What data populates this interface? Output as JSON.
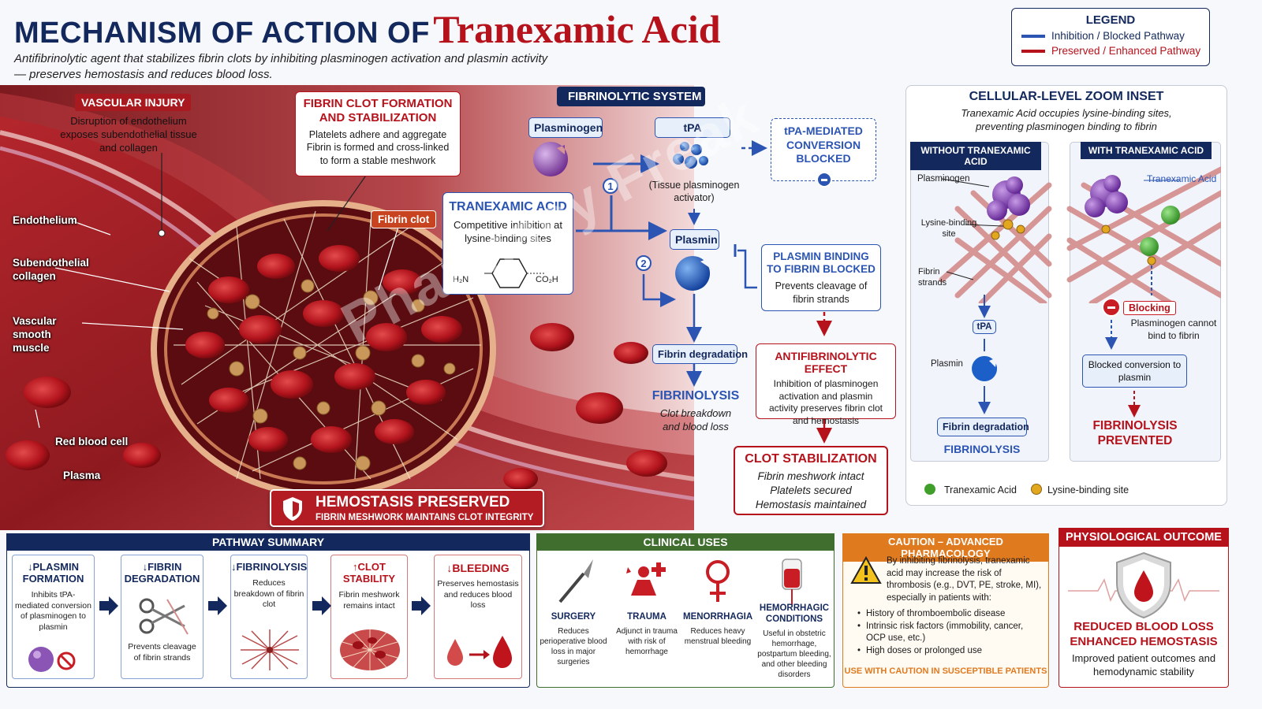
{
  "header": {
    "title_part1": "MECHANISM OF ACTION OF",
    "title_part2": "Tranexamic Acid",
    "subtitle_line1": "Antifibrinolytic agent that stabilizes fibrin clots by inhibiting plasminogen activation and plasmin activity",
    "subtitle_line2": "— preserves hemostasis and reduces blood loss."
  },
  "legend": {
    "title": "LEGEND",
    "items": [
      {
        "label": "Inhibition / Blocked Pathway",
        "color": "#2c55b3"
      },
      {
        "label": "Preserved / Enhanced Pathway",
        "color": "#b5121b"
      }
    ]
  },
  "vessel": {
    "vascular_injury_label": "VASCULAR INJURY",
    "vascular_injury_text": "Disruption of endothelium exposes subendothelial tissue and collagen",
    "clot_formation_title": "FIBRIN CLOT FORMATION AND STABILIZATION",
    "clot_formation_text": "Platelets adhere and aggregate Fibrin is formed and cross-linked to form a stable meshwork",
    "fibrin_clot_label": "Fibrin clot",
    "anatomy": [
      "Endothelium",
      "Subendothelial collagen",
      "Vascular smooth muscle",
      "Red blood cell",
      "Plasma"
    ],
    "hemostasis_title": "HEMOSTASIS PRESERVED",
    "hemostasis_sub": "FIBRIN MESHWORK MAINTAINS CLOT INTEGRITY"
  },
  "fibrinolytic": {
    "section_label": "FIBRINOLYTIC SYSTEM",
    "plasminogen": "Plasminogen",
    "tpa": "tPA",
    "tpa_desc": "(Tissue plasminogen activator)",
    "tpa_blocked": "tPA-MEDIATED CONVERSION BLOCKED",
    "txa_title": "TRANEXAMIC ACID",
    "txa_text": "Competitive inhibition at lysine-binding sites",
    "struct_left": "H₂N",
    "struct_right": "CO₂H",
    "step1": "1",
    "step2": "2",
    "plasmin": "Plasmin",
    "plasmin_blocked_title": "PLASMIN BINDING TO FIBRIN BLOCKED",
    "plasmin_blocked_text": "Prevents cleavage of fibrin strands",
    "fibrin_degradation": "Fibrin degradation",
    "fibrinolysis_title": "FIBRINOLYSIS",
    "fibrinolysis_text": "Clot breakdown and blood loss",
    "antifib_title": "ANTIFIBRINOLYTIC EFFECT",
    "antifib_text": "Inhibition of plasminogen activation and plasmin activity preserves fibrin clot and hemostasis",
    "clot_stab_title": "CLOT STABILIZATION",
    "clot_stab_lines": [
      "Fibrin meshwork intact",
      "Platelets secured",
      "Hemostasis maintained"
    ]
  },
  "inset": {
    "title": "CELLULAR-LEVEL ZOOM INSET",
    "subtitle": "Tranexamic Acid occupies lysine-binding sites, preventing plasminogen binding to fibrin",
    "without_label": "WITHOUT TRANEXAMIC ACID",
    "with_label": "WITH TRANEXAMIC ACID",
    "left": {
      "plasminogen": "Plasminogen",
      "lysine_site": "Lysine-binding site",
      "fibrin_strands": "Fibrin strands",
      "tpa": "tPA",
      "plasmin": "Plasmin",
      "fibrin_degradation": "Fibrin degradation",
      "fibrinolysis": "FIBRINOLYSIS"
    },
    "right": {
      "txa": "Tranexamic Acid",
      "blocking": "Blocking",
      "cannot_bind": "Plasminogen cannot bind to fibrin",
      "blocked_conversion": "Blocked conversion to plasmin",
      "prevented": "FIBRINOLYSIS PREVENTED"
    },
    "key_txa": "Tranexamic Acid",
    "key_lysine": "Lysine-binding site"
  },
  "pathway": {
    "title": "PATHWAY SUMMARY",
    "cards": [
      {
        "arrow": "↓",
        "title": "PLASMIN FORMATION",
        "desc": "Inhibits tPA-mediated conversion of plasminogen to plasmin"
      },
      {
        "arrow": "↓",
        "title": "FIBRIN DEGRADATION",
        "desc": "Prevents cleavage of fibrin strands"
      },
      {
        "arrow": "↓",
        "title": "FIBRINOLYSIS",
        "desc": "Reduces breakdown of fibrin clot"
      },
      {
        "arrow": "↑",
        "title": "CLOT STABILITY",
        "desc": "Fibrin meshwork remains intact"
      },
      {
        "arrow": "↓",
        "title": "BLEEDING",
        "desc": "Preserves hemostasis and reduces blood loss"
      }
    ]
  },
  "clinical": {
    "title": "CLINICAL USES",
    "items": [
      {
        "title": "SURGERY",
        "desc": "Reduces perioperative blood loss in major surgeries"
      },
      {
        "title": "TRAUMA",
        "desc": "Adjunct in trauma with risk of hemorrhage"
      },
      {
        "title": "MENORRHAGIA",
        "desc": "Reduces heavy menstrual bleeding"
      },
      {
        "title": "HEMORRHAGIC CONDITIONS",
        "desc": "Useful in obstetric hemorrhage, postpartum bleeding, and other bleeding disorders"
      }
    ]
  },
  "caution": {
    "title": "CAUTION – ADVANCED PHARMACOLOGY",
    "intro": "By inhibiting fibrinolysis, tranexamic acid may increase the risk of thrombosis (e.g., DVT, PE, stroke, MI), especially in patients with:",
    "bullets": [
      "History of thromboembolic disease",
      "Intrinsic risk factors (immobility, cancer, OCP use, etc.)",
      "High doses or prolonged use"
    ],
    "footer": "USE WITH CAUTION IN SUSCEPTIBLE PATIENTS"
  },
  "outcome": {
    "title": "PHYSIOLOGICAL OUTCOME",
    "line1": "REDUCED BLOOD LOSS",
    "line2": "ENHANCED HEMOSTASIS",
    "desc": "Improved patient outcomes and hemodynamic stability"
  },
  "watermark": "Pharmacy Freak"
}
